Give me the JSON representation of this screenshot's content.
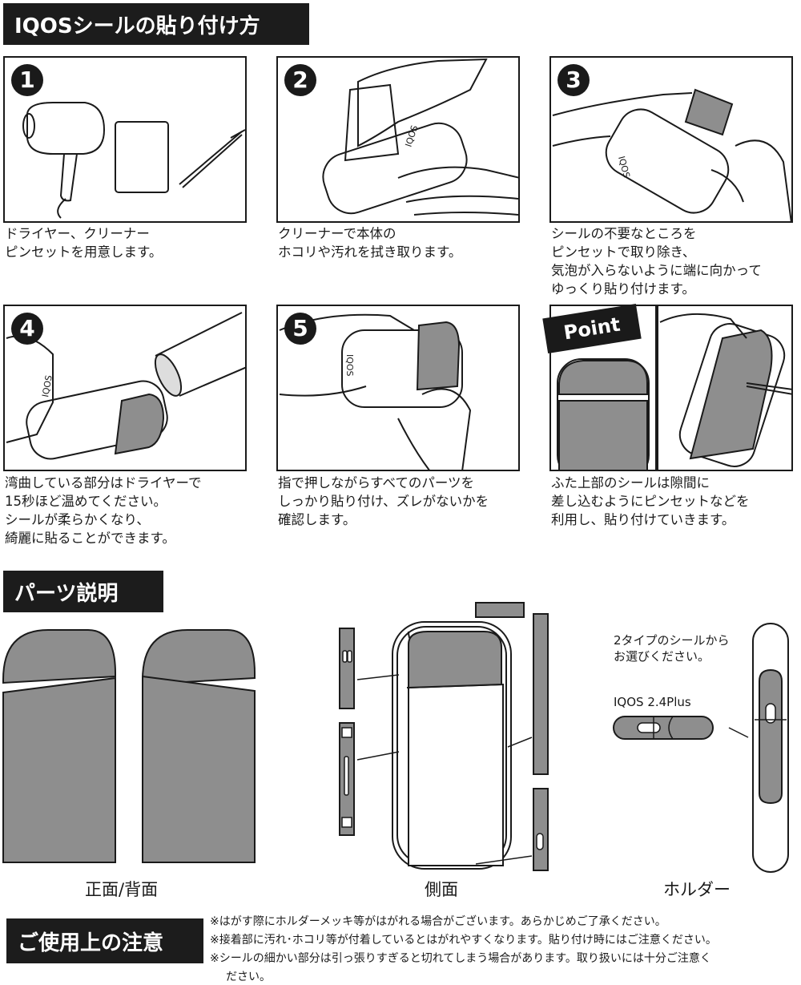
{
  "title": "IQOSシールの貼り付け方",
  "steps": [
    {
      "num": "1",
      "lines": [
        "ドライヤー、クリーナー",
        "ピンセットを用意します。"
      ]
    },
    {
      "num": "2",
      "lines": [
        "クリーナーで本体の",
        "ホコリや汚れを拭き取ります。"
      ]
    },
    {
      "num": "3",
      "lines": [
        "シールの不要なところを",
        "ピンセットで取り除き、",
        "気泡が入らないように端に向かって",
        "ゆっくり貼り付けます。"
      ]
    },
    {
      "num": "4",
      "lines": [
        "湾曲している部分はドライヤーで",
        "15秒ほど温めてください。",
        "シールが柔らかくなり、",
        "綺麗に貼ることができます。"
      ]
    },
    {
      "num": "5",
      "lines": [
        "指で押しながらすべてのパーツを",
        "しっかり貼り付け、ズレがないかを",
        "確認します。"
      ]
    },
    {
      "num": "",
      "tag": "Point",
      "lines": [
        "ふた上部のシールは隙間に",
        "差し込むようにピンセットなどを",
        "利用し、貼り付けていきます。"
      ]
    }
  ],
  "device_text": "IQOS",
  "parts": {
    "title": "パーツ説明",
    "front_back_label": "正面/背面",
    "side_label": "側面",
    "holder_label": "ホルダー",
    "holder_note": [
      "2タイプのシールから",
      "お選びください。"
    ],
    "holder_model": "IQOS 2.4Plus"
  },
  "notes": {
    "title": "ご使用上の注意",
    "items": [
      "※はがす際にホルダーメッキ等がはがれる場合がございます。あらかじめご了承ください。",
      "※接着部に汚れ･ホコリ等が付着しているとはがれやすくなります。貼り付け時にはご注意ください。",
      "※シールの細かい部分は引っ張りすぎると切れてしまう場合があります。取り扱いには十分ご注意く"
    ],
    "continuation": "ださい。"
  },
  "colors": {
    "sticker_gray": "#8e8e8e",
    "bar_black": "#1c1c1c"
  }
}
